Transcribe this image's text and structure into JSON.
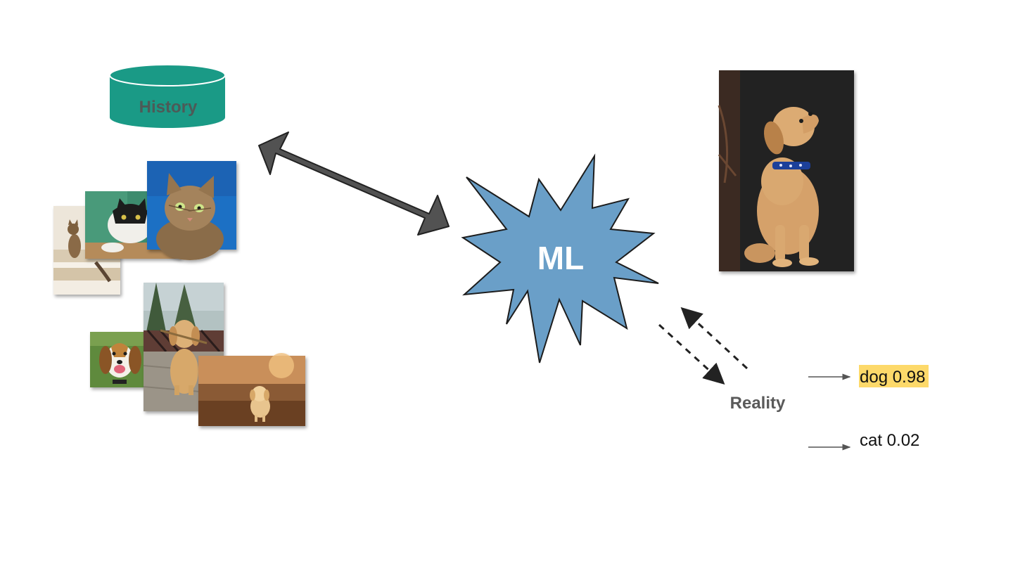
{
  "diagram": {
    "history_label": "History",
    "ml_label": "ML",
    "reality_label": "Reality",
    "predictions": [
      {
        "text": "dog 0.98",
        "highlighted": true
      },
      {
        "text": "cat 0.02",
        "highlighted": false
      }
    ],
    "cylinder_color": "#1a9a86",
    "burst_color": "#6a9fc8",
    "arrow_color": "#525252",
    "highlight_color": "#fdd96a",
    "photos": {
      "cats": [
        "cat-on-stairs-photo-icon",
        "black-and-white-cat-photo-icon",
        "tabby-cat-blue-sky-photo-icon"
      ],
      "dogs": [
        "beagle-photo-icon",
        "golden-retriever-puppy-with-stick-photo-icon",
        "running-puppy-photo-icon"
      ],
      "input": "sitting-labrador-puppy-photo-icon"
    }
  }
}
